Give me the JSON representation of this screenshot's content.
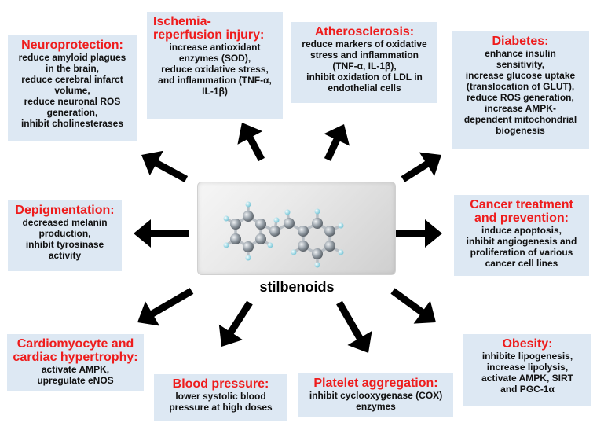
{
  "center": {
    "label": "stilbenoids"
  },
  "boxes": {
    "neuroprotection": {
      "title": "Neuroprotection:",
      "lines": [
        "reduce amyloid plagues",
        "in the brain,",
        "reduce cerebral infarct",
        "volume,",
        "reduce neuronal ROS",
        "generation,",
        "inhibit cholinesterases"
      ]
    },
    "ischemia": {
      "title": "Ischemia-reperfusion injury:",
      "lines": [
        "increase antioxidant",
        "enzymes (SOD),",
        "reduce oxidative stress,",
        "and inflammation (TNF-α,",
        "IL-1β)"
      ]
    },
    "atherosclerosis": {
      "title": "Atherosclerosis:",
      "lines": [
        "reduce markers of oxidative",
        "stress and inflammation",
        "(TNF-α, IL-1β),",
        "inhibit oxidation of LDL in",
        "endothelial cells"
      ]
    },
    "diabetes": {
      "title": "Diabetes:",
      "lines": [
        "enhance insulin",
        "sensitivity,",
        "increase glucose uptake",
        "(translocation of GLUT),",
        "reduce ROS generation,",
        "increase AMPK-",
        "dependent mitochondrial",
        "biogenesis"
      ]
    },
    "depigmentation": {
      "title": "Depigmentation:",
      "lines": [
        "decreased melanin",
        "production,",
        "inhibit tyrosinase",
        "activity"
      ]
    },
    "cancer": {
      "title": "Cancer treatment and prevention:",
      "lines": [
        "induce apoptosis,",
        "inhibit angiogenesis and",
        "proliferation of various",
        "cancer cell lines"
      ]
    },
    "cardiomyocyte": {
      "title": "Cardiomyocyte and cardiac hypertrophy:",
      "lines": [
        "activate AMPK,",
        "upregulate eNOS"
      ]
    },
    "blood_pressure": {
      "title": "Blood pressure:",
      "lines": [
        "lower systolic blood",
        "pressure at high doses"
      ]
    },
    "platelet": {
      "title": "Platelet aggregation:",
      "lines": [
        "inhibit cyclooxygenase (COX)",
        "enzymes"
      ]
    },
    "obesity": {
      "title": "Obesity:",
      "lines": [
        "inhibite lipogenesis,",
        "increase lipolysis,",
        "activate AMPK, SIRT",
        "and PGC-1α"
      ]
    }
  }
}
